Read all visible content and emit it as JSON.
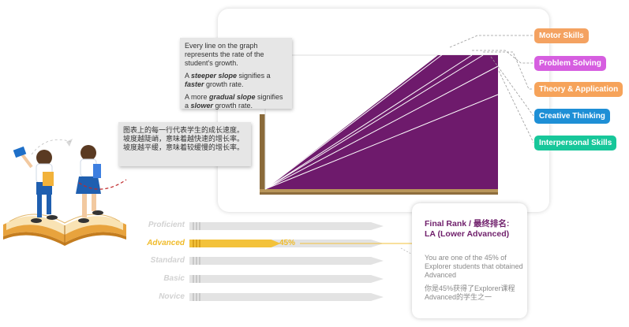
{
  "notes": {
    "en": {
      "line1": "Every line on the graph represents the rate of the student's growth.",
      "line2_a": "A ",
      "line2_em": "steeper slope",
      "line2_b": " signifies a ",
      "line2_em2": "faster",
      "line2_c": " growth rate.",
      "line3_a": "A more ",
      "line3_em": "gradual slope",
      "line3_b": " signifies a ",
      "line3_em2": "slower",
      "line3_c": " growth rate."
    },
    "zh": {
      "line1": "图表上的每一行代表学生的成长速度。",
      "line2": "坡度越陡峭，意味着越快速的增长率。",
      "line3": "坡度越平缓，意味着较缓慢的增长率。"
    }
  },
  "skills": [
    {
      "label": "Motor Skills",
      "color": "#f4a261"
    },
    {
      "label": "Problem Solving",
      "color": "#d65ee0"
    },
    {
      "label": "Theory & Application",
      "color": "#f6a35a"
    },
    {
      "label": "Creative Thinking",
      "color": "#1e8fd6"
    },
    {
      "label": "Interpersonal Skills",
      "color": "#17c79a"
    }
  ],
  "ranks": [
    {
      "label": "Proficient",
      "active": false
    },
    {
      "label": "Advanced",
      "active": true
    },
    {
      "label": "Standard",
      "active": false
    },
    {
      "label": "Basic",
      "active": false
    },
    {
      "label": "Novice",
      "active": false
    }
  ],
  "active_percent": 0.45,
  "active_percent_label": "45%",
  "final_rank": {
    "title_line1": "Final Rank / 最终排名:",
    "title_line2": "LA (Lower Advanced)",
    "desc_en": "You are one of the 45% of Explorer students that obtained Advanced",
    "desc_zh": "你是45%获得了Explorer课程Advanced的学生之一"
  },
  "colors": {
    "chart_fill": "#6e1a6c",
    "chart_base": "#b8955a",
    "bar_inactive": "#e3e3e3",
    "bar_active": "#f3c23a",
    "rank_title": "#6f1f6b"
  }
}
